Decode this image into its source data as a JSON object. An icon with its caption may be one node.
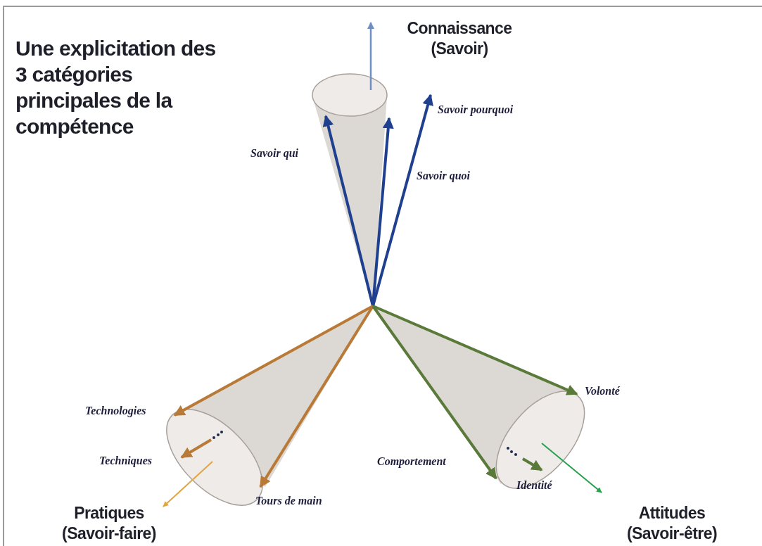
{
  "diagram": {
    "title": "Une explicitation des 3 catégories principales de la compétence",
    "labels": [
      "Connaissance (Savoir)",
      "Savoir pourquoi",
      "Savoir qui",
      "Savoir quoi",
      "Technologies",
      "Volonté",
      "Techniques",
      "Comportement",
      "Tours de main",
      "Identité",
      "Pratiques (Savoir-faire)",
      "Attitudes (Savoir-être)"
    ]
  }
}
